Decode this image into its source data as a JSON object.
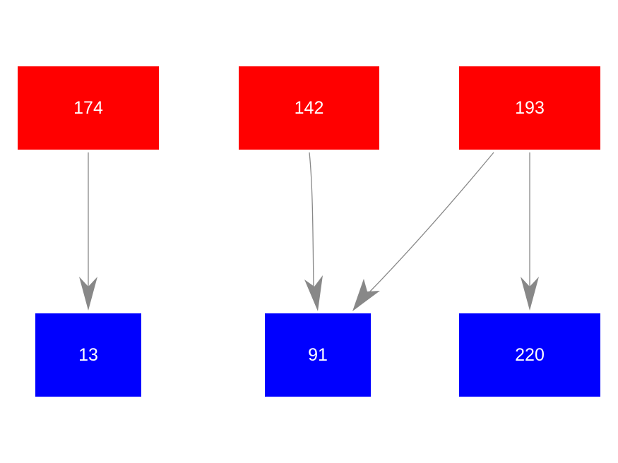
{
  "colors": {
    "source_node": "#ff0000",
    "target_node": "#0000ff",
    "edge": "#888888",
    "label": "#ffffff"
  },
  "nodes": [
    {
      "id": "174",
      "label": "174",
      "group": "source"
    },
    {
      "id": "142",
      "label": "142",
      "group": "source"
    },
    {
      "id": "193",
      "label": "193",
      "group": "source"
    },
    {
      "id": "13",
      "label": "13",
      "group": "target"
    },
    {
      "id": "91",
      "label": "91",
      "group": "target"
    },
    {
      "id": "220",
      "label": "220",
      "group": "target"
    }
  ],
  "edges": [
    {
      "from": "174",
      "to": "13"
    },
    {
      "from": "142",
      "to": "91"
    },
    {
      "from": "193",
      "to": "91"
    },
    {
      "from": "193",
      "to": "220"
    }
  ]
}
